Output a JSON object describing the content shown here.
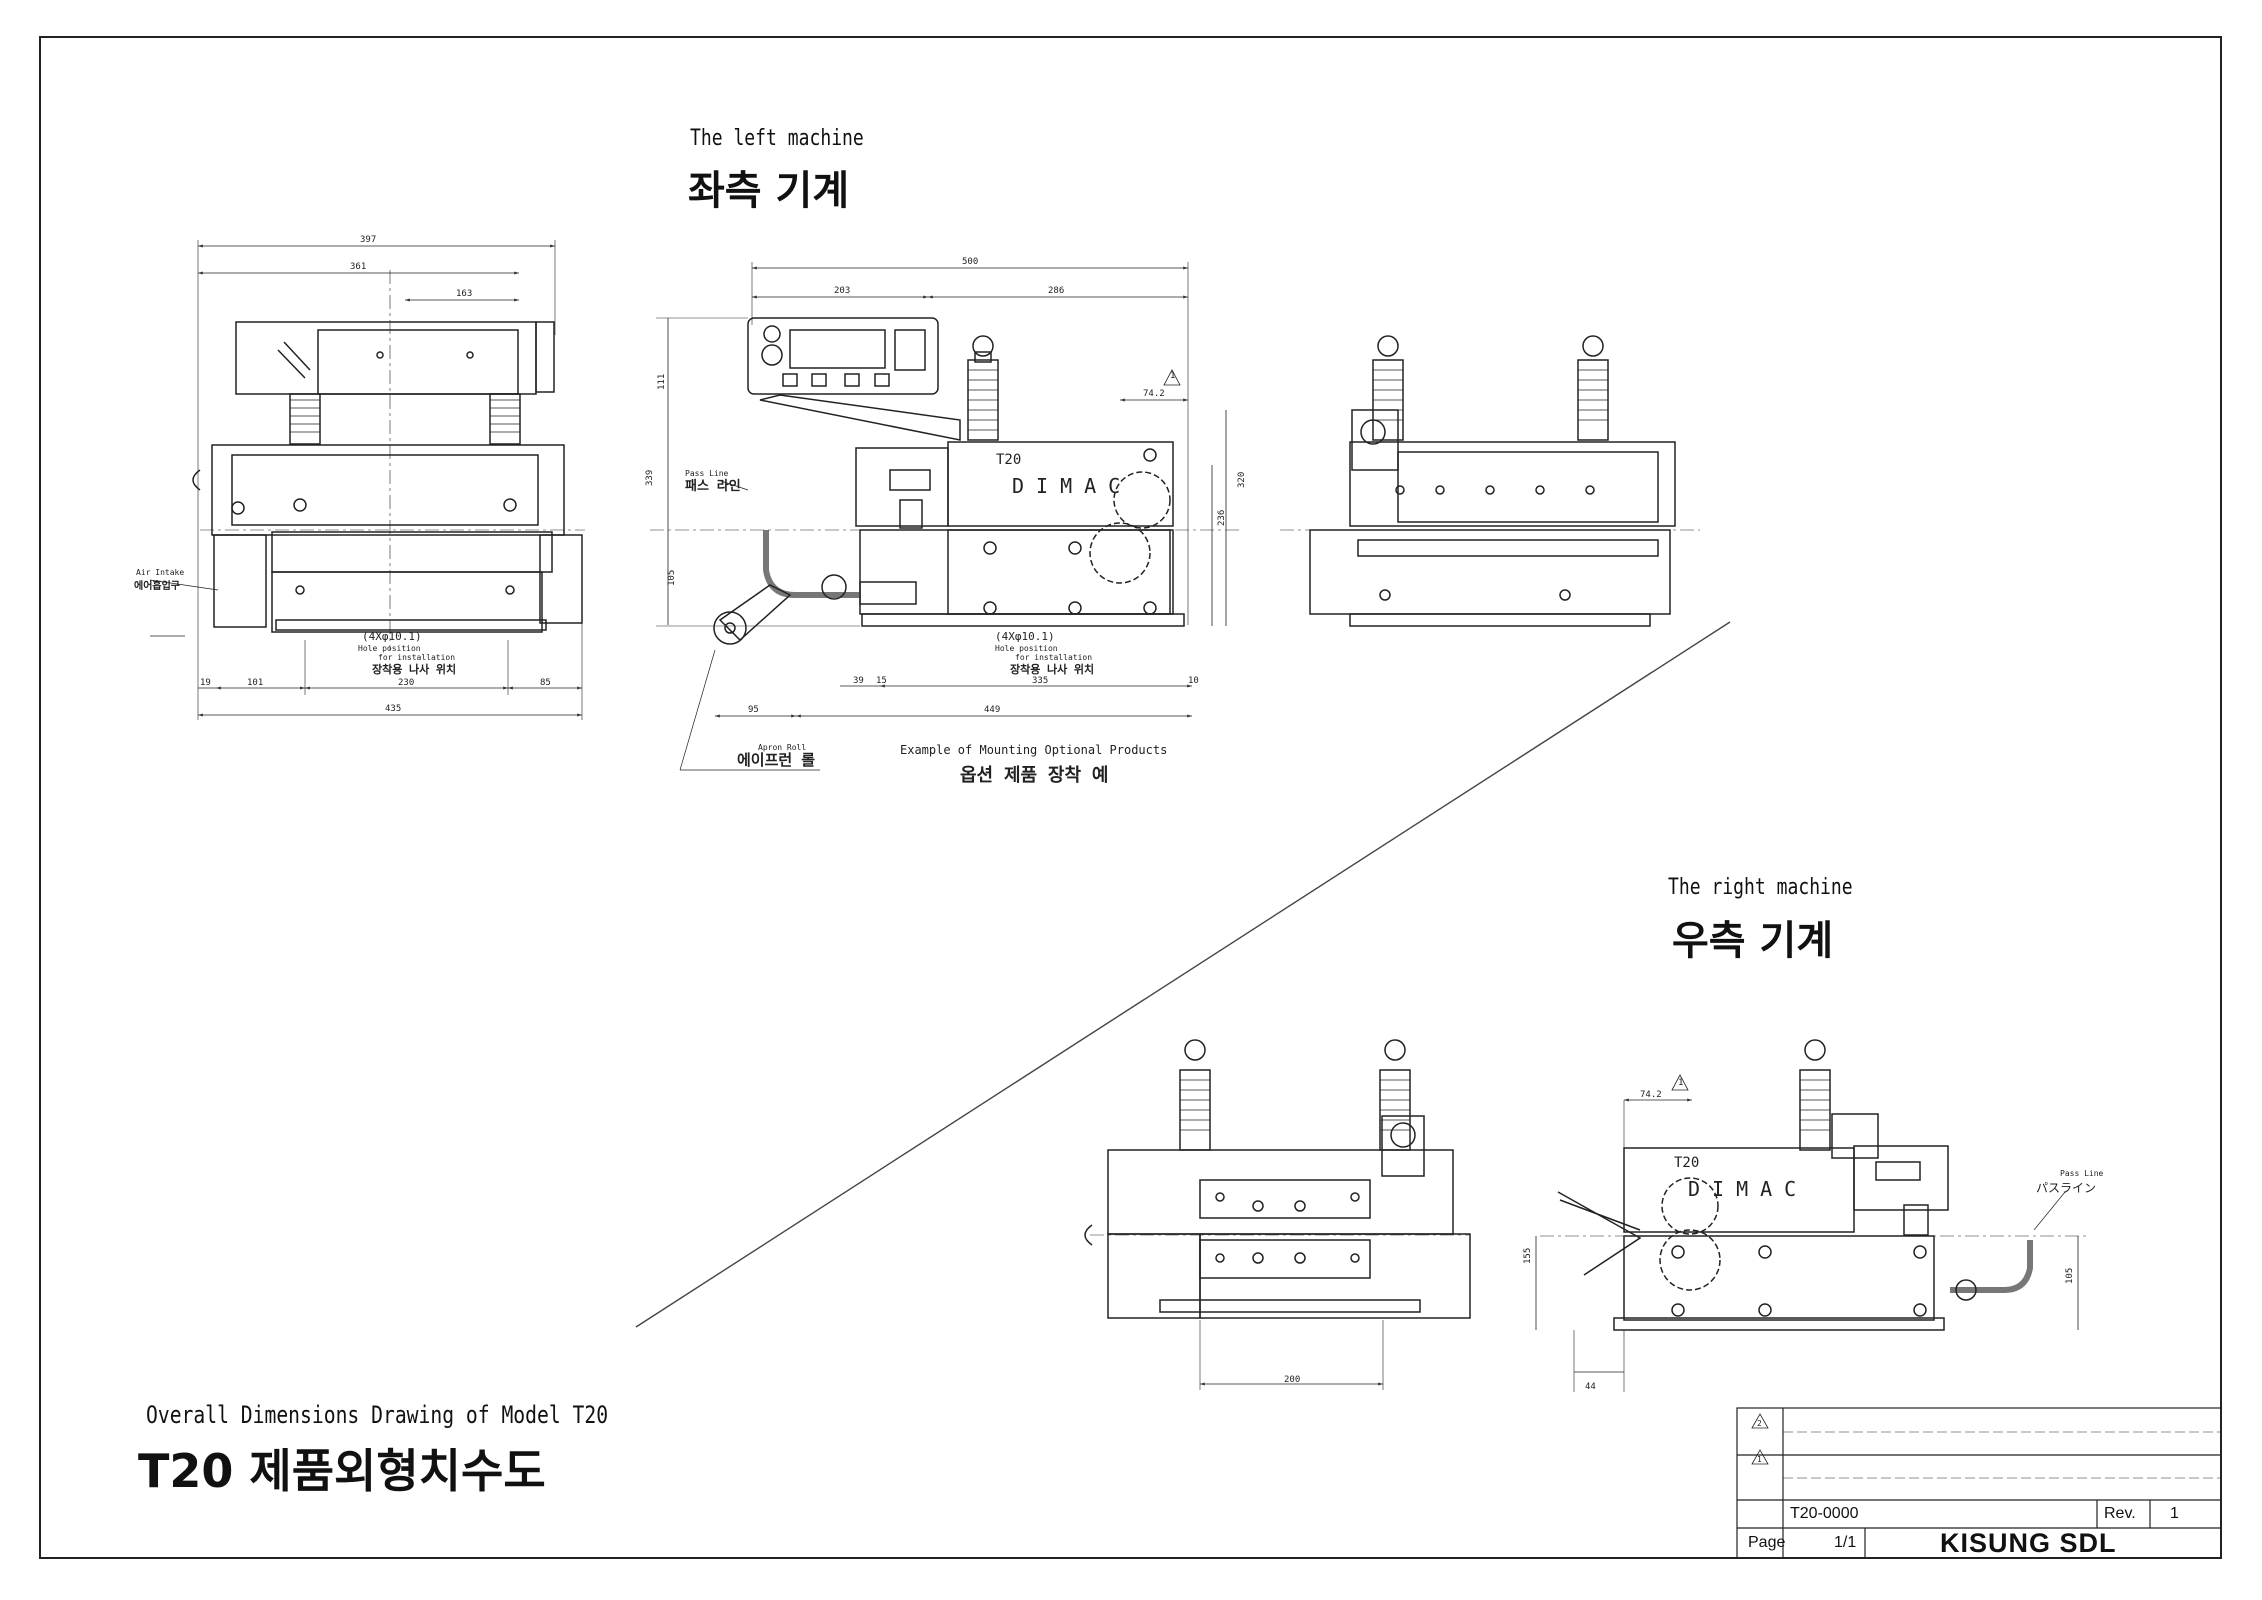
{
  "headings": {
    "left_en": "The left machine",
    "left_ko": "좌측 기계",
    "right_en": "The right machine",
    "right_ko": "우측 기계",
    "overall_en": "Overall Dimensions Drawing of Model T20",
    "overall_ko": "T20 제품외형치수도"
  },
  "labels": {
    "air_intake_en": "Air Intake",
    "air_intake_ko": "에어흡입구",
    "pass_line_en": "Pass Line",
    "pass_line_ko": "패스 라인",
    "pass_line_jp": "パスライン",
    "hole_spec": "(4Xφ10.1)",
    "hole_en_1": "Hole position",
    "hole_en_2": "for installation",
    "hole_ko": "장착용 나사 위치",
    "apron_en": "Apron Roll",
    "apron_ko": "에이프런 롤",
    "option_en": "Example of Mounting Optional Products",
    "option_ko": "옵션 제품 장착 예",
    "brand": "DIMAC",
    "model": "T20",
    "rev_mark_1": "1",
    "rev_mark_2": "2"
  },
  "dimensions": {
    "front": {
      "d397": "397",
      "d361": "361",
      "d163": "163",
      "d19": "19",
      "d101": "101",
      "d230": "230",
      "d85": "85",
      "d435": "435"
    },
    "side": {
      "d500": "500",
      "d203": "203",
      "d286": "286",
      "d742": "74.2",
      "d111": "111",
      "d339": "339",
      "d105": "105",
      "d320": "320",
      "d236": "236",
      "d39": "39",
      "d15": "15",
      "d335": "335",
      "d10": "10",
      "d95": "95",
      "d449": "449"
    },
    "right": {
      "d200": "200",
      "d742": "74.2",
      "d155": "155",
      "d105": "105",
      "d44": "44"
    }
  },
  "title_block": {
    "drawing_no": "T20-0000",
    "rev_label": "Rev.",
    "rev_value": "1",
    "page_label": "Page",
    "page_value": "1/1",
    "company": "KISUNG SDL"
  }
}
